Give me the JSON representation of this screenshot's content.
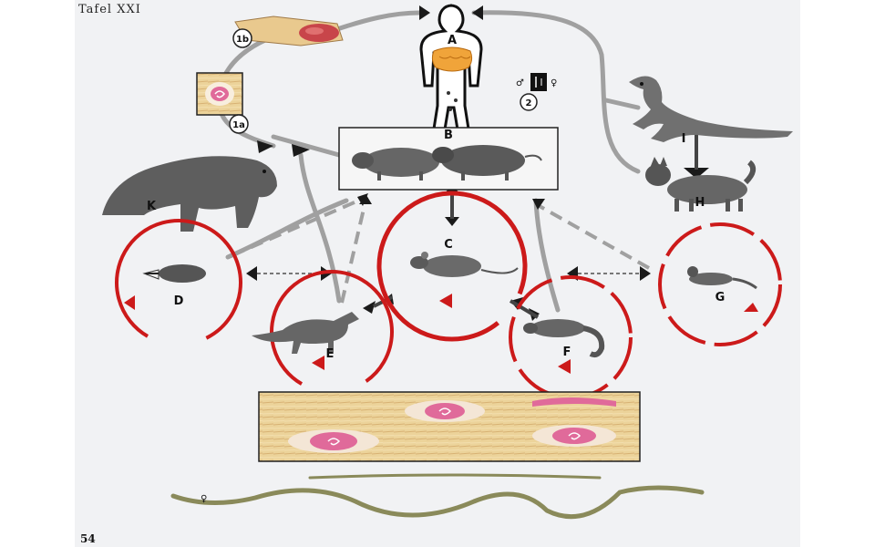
{
  "plate_title": "Tafel XXI",
  "page_number": "54",
  "labels": {
    "A": "A",
    "B": "B",
    "C": "C",
    "D": "D",
    "E": "E",
    "F": "F",
    "G": "G",
    "H": "H",
    "I": "I",
    "K": "K",
    "step_1a": "1a",
    "step_1b": "1b",
    "step_2": "2"
  },
  "sex_symbols": {
    "male": "♂",
    "female": "♀"
  },
  "colors": {
    "arrow_gray": "#9a9a9a",
    "arrow_dark": "#1a1a1a",
    "cycle_red": "#cc1a1a",
    "muscle_tissue": "#e8c98a",
    "cyst_pink": "#e06a9a",
    "worm_olive": "#8a8a5a"
  }
}
